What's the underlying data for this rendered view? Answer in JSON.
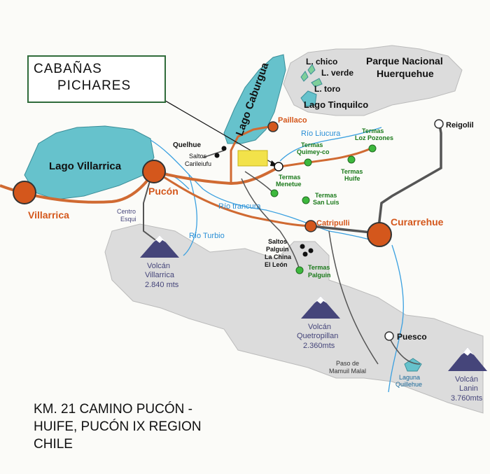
{
  "callout": {
    "line1": "CABAÑAS",
    "line2": "PICHARES"
  },
  "footer": {
    "line1": "KM. 21 CAMINO PUCÓN -",
    "line2": "HUIFE, PUCÓN IX REGION",
    "line3": "CHILE"
  },
  "lakes": {
    "villarrica": "Lago Villarrica",
    "caburgua": "Lago Caburgua",
    "tinquilco": "Lago Tinquilco",
    "chico": "L. chico",
    "verde": "L. verde",
    "toro": "L. toro",
    "quillehue_1": "Laguna",
    "quillehue_2": "Quillehue"
  },
  "park": {
    "line1": "Parque Nacional",
    "line2": "Huerquehue"
  },
  "towns": {
    "villarrica": "Villarrica",
    "pucon": "Pucón",
    "curarrehue": "Curarrehue",
    "catripulli": "Catripulli",
    "paillaco": "Paillaco",
    "reigolil": "Reigolil",
    "puesco": "Puesco",
    "quelhue": "Quelhue"
  },
  "volcanoes": {
    "villarrica": {
      "l1": "Volcán",
      "l2": "Villarrica",
      "l3": "2.840 mts"
    },
    "quetropillan": {
      "l1": "Volcán",
      "l2": "Quetropillan",
      "l3": "2.360mts"
    },
    "lanin": {
      "l1": "Volcán",
      "l2": "Lanin",
      "l3": "3.760mts"
    }
  },
  "rivers": {
    "liucura": "Río Liucura",
    "trancura": "Río trancura",
    "turbio": "Río Turbio"
  },
  "termas": {
    "quimey_1": "Termas",
    "quimey_2": "Quimey-co",
    "pozones_1": "Termas",
    "pozones_2": "Loz Pozones",
    "huife_1": "Termas",
    "huife_2": "Huife",
    "menetue_1": "Termas",
    "menetue_2": "Menetue",
    "sanluis_1": "Termas",
    "sanluis_2": "San Luis",
    "palguin_1": "Termas",
    "palguin_2": "Palguin"
  },
  "saltos": {
    "carileufu_1": "Saltos",
    "carileufu_2": "Carileiufu",
    "palguin_1": "Saltos",
    "palguin_2": "Palguin",
    "palguin_3": "La China",
    "palguin_4": "El León"
  },
  "misc": {
    "esqui_1": "Centro",
    "esqui_2": "Esqui",
    "paso_1": "Paso de",
    "paso_2": "Mamuil Malal"
  },
  "colors": {
    "lake": "#66c2cc",
    "park": "#dcdcdc",
    "road": "#d06a32",
    "town": "#d4571c",
    "river": "#3aa0e0",
    "termas": "#3db83d",
    "termas_text": "#1b7a1b",
    "volcano": "#45457a"
  }
}
